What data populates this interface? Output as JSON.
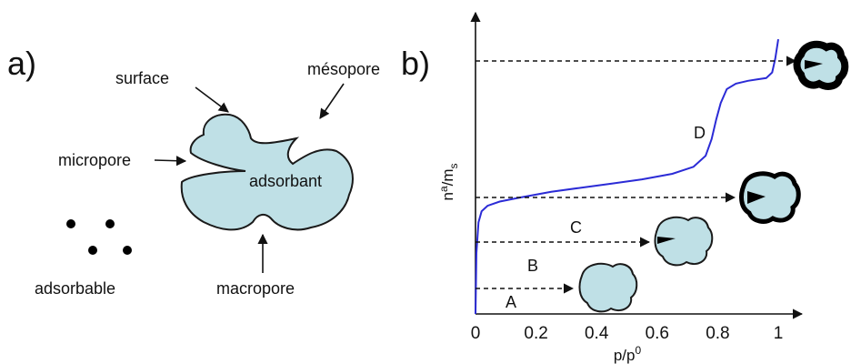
{
  "panel_a": {
    "label": "a)",
    "labels": {
      "surface": "surface",
      "mesopore": "mésopore",
      "micropore": "micropore",
      "adsorbant": "adsorbant",
      "macropore": "macropore",
      "adsorbable": "adsorbable"
    },
    "colors": {
      "particle_fill": "#bfe0e6",
      "outline": "#1a1a1a"
    }
  },
  "panel_b": {
    "label": "b)",
    "axes": {
      "y_base": "n",
      "y_sup": "a",
      "y_slash": "/m",
      "y_sub": "s",
      "x_base": "p/p",
      "x_sup": "0"
    },
    "x_ticks": [
      "0",
      "0.2",
      "0.4",
      "0.6",
      "0.8",
      "1"
    ],
    "stage_labels": {
      "A": "A",
      "B": "B",
      "C": "C",
      "D": "D"
    },
    "colors": {
      "curve": "#2b2bd6"
    }
  },
  "chart_data": {
    "type": "line",
    "x_range": [
      0,
      1
    ],
    "series": [
      {
        "x": [
          0.0,
          0.003,
          0.01,
          0.02,
          0.04,
          0.08,
          0.15,
          0.25,
          0.35,
          0.45,
          0.55,
          0.65,
          0.72,
          0.76,
          0.78,
          0.795,
          0.81,
          0.83,
          0.86,
          0.9,
          0.93,
          0.96,
          0.98,
          0.99,
          1.0
        ],
        "y": [
          0.0,
          0.22,
          0.33,
          0.37,
          0.39,
          0.405,
          0.42,
          0.44,
          0.455,
          0.47,
          0.485,
          0.505,
          0.53,
          0.57,
          0.63,
          0.7,
          0.76,
          0.81,
          0.83,
          0.84,
          0.845,
          0.85,
          0.87,
          0.92,
          0.99
        ]
      }
    ]
  }
}
